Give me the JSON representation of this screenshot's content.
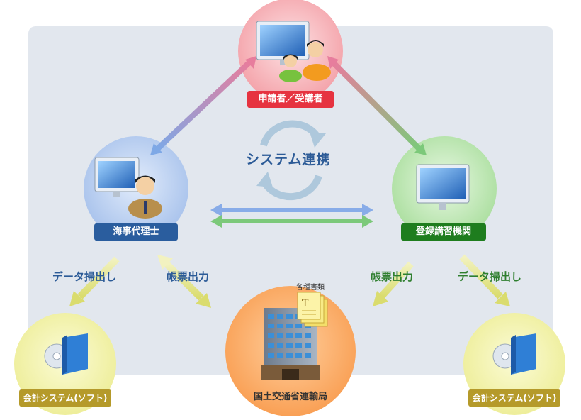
{
  "nodes": {
    "applicant": "申請者／受講者",
    "agent": "海事代理士",
    "training_org": "登録講習機関",
    "mlit": "国土交通省運輸局",
    "accounting_left": "会計システム(ソフト)",
    "accounting_right": "会計システム(ソフト)"
  },
  "center": {
    "label": "システム連携"
  },
  "arrows": {
    "left_export": "データ掃出し",
    "left_forms": "帳票出力",
    "right_forms": "帳票出力",
    "right_export": "データ掃出し"
  },
  "documents": {
    "label": "各種書類"
  },
  "colors": {
    "applicant_label": "#e63340",
    "agent_label": "#2a5d9e",
    "training_label": "#1e7d1e",
    "accounting_label": "#b59a2a",
    "blue_text": "#2c5b97",
    "green_text": "#2f7f2f"
  }
}
